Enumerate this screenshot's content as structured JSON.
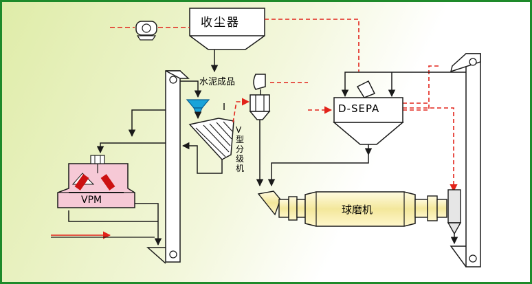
{
  "labels": {
    "dust_collector": "收尘器",
    "cement_product": "水泥成品",
    "v_classifier": [
      "V",
      "型",
      "分",
      "级",
      "机"
    ],
    "d_sepa": "D-SEPA",
    "vpm": "VPM",
    "ball_mill": "球磨机"
  },
  "colors": {
    "background_left": "#e6f0b8",
    "background_right": "#ffffff",
    "border": "#1e8a2a",
    "flow_line": "#1a1a1a",
    "air_line": "#e2231a",
    "mill_body": "#f3eaa8",
    "vpm_body": "#f6c9d6",
    "roller": "#cc1111",
    "feeder": "#1aa3d9"
  }
}
